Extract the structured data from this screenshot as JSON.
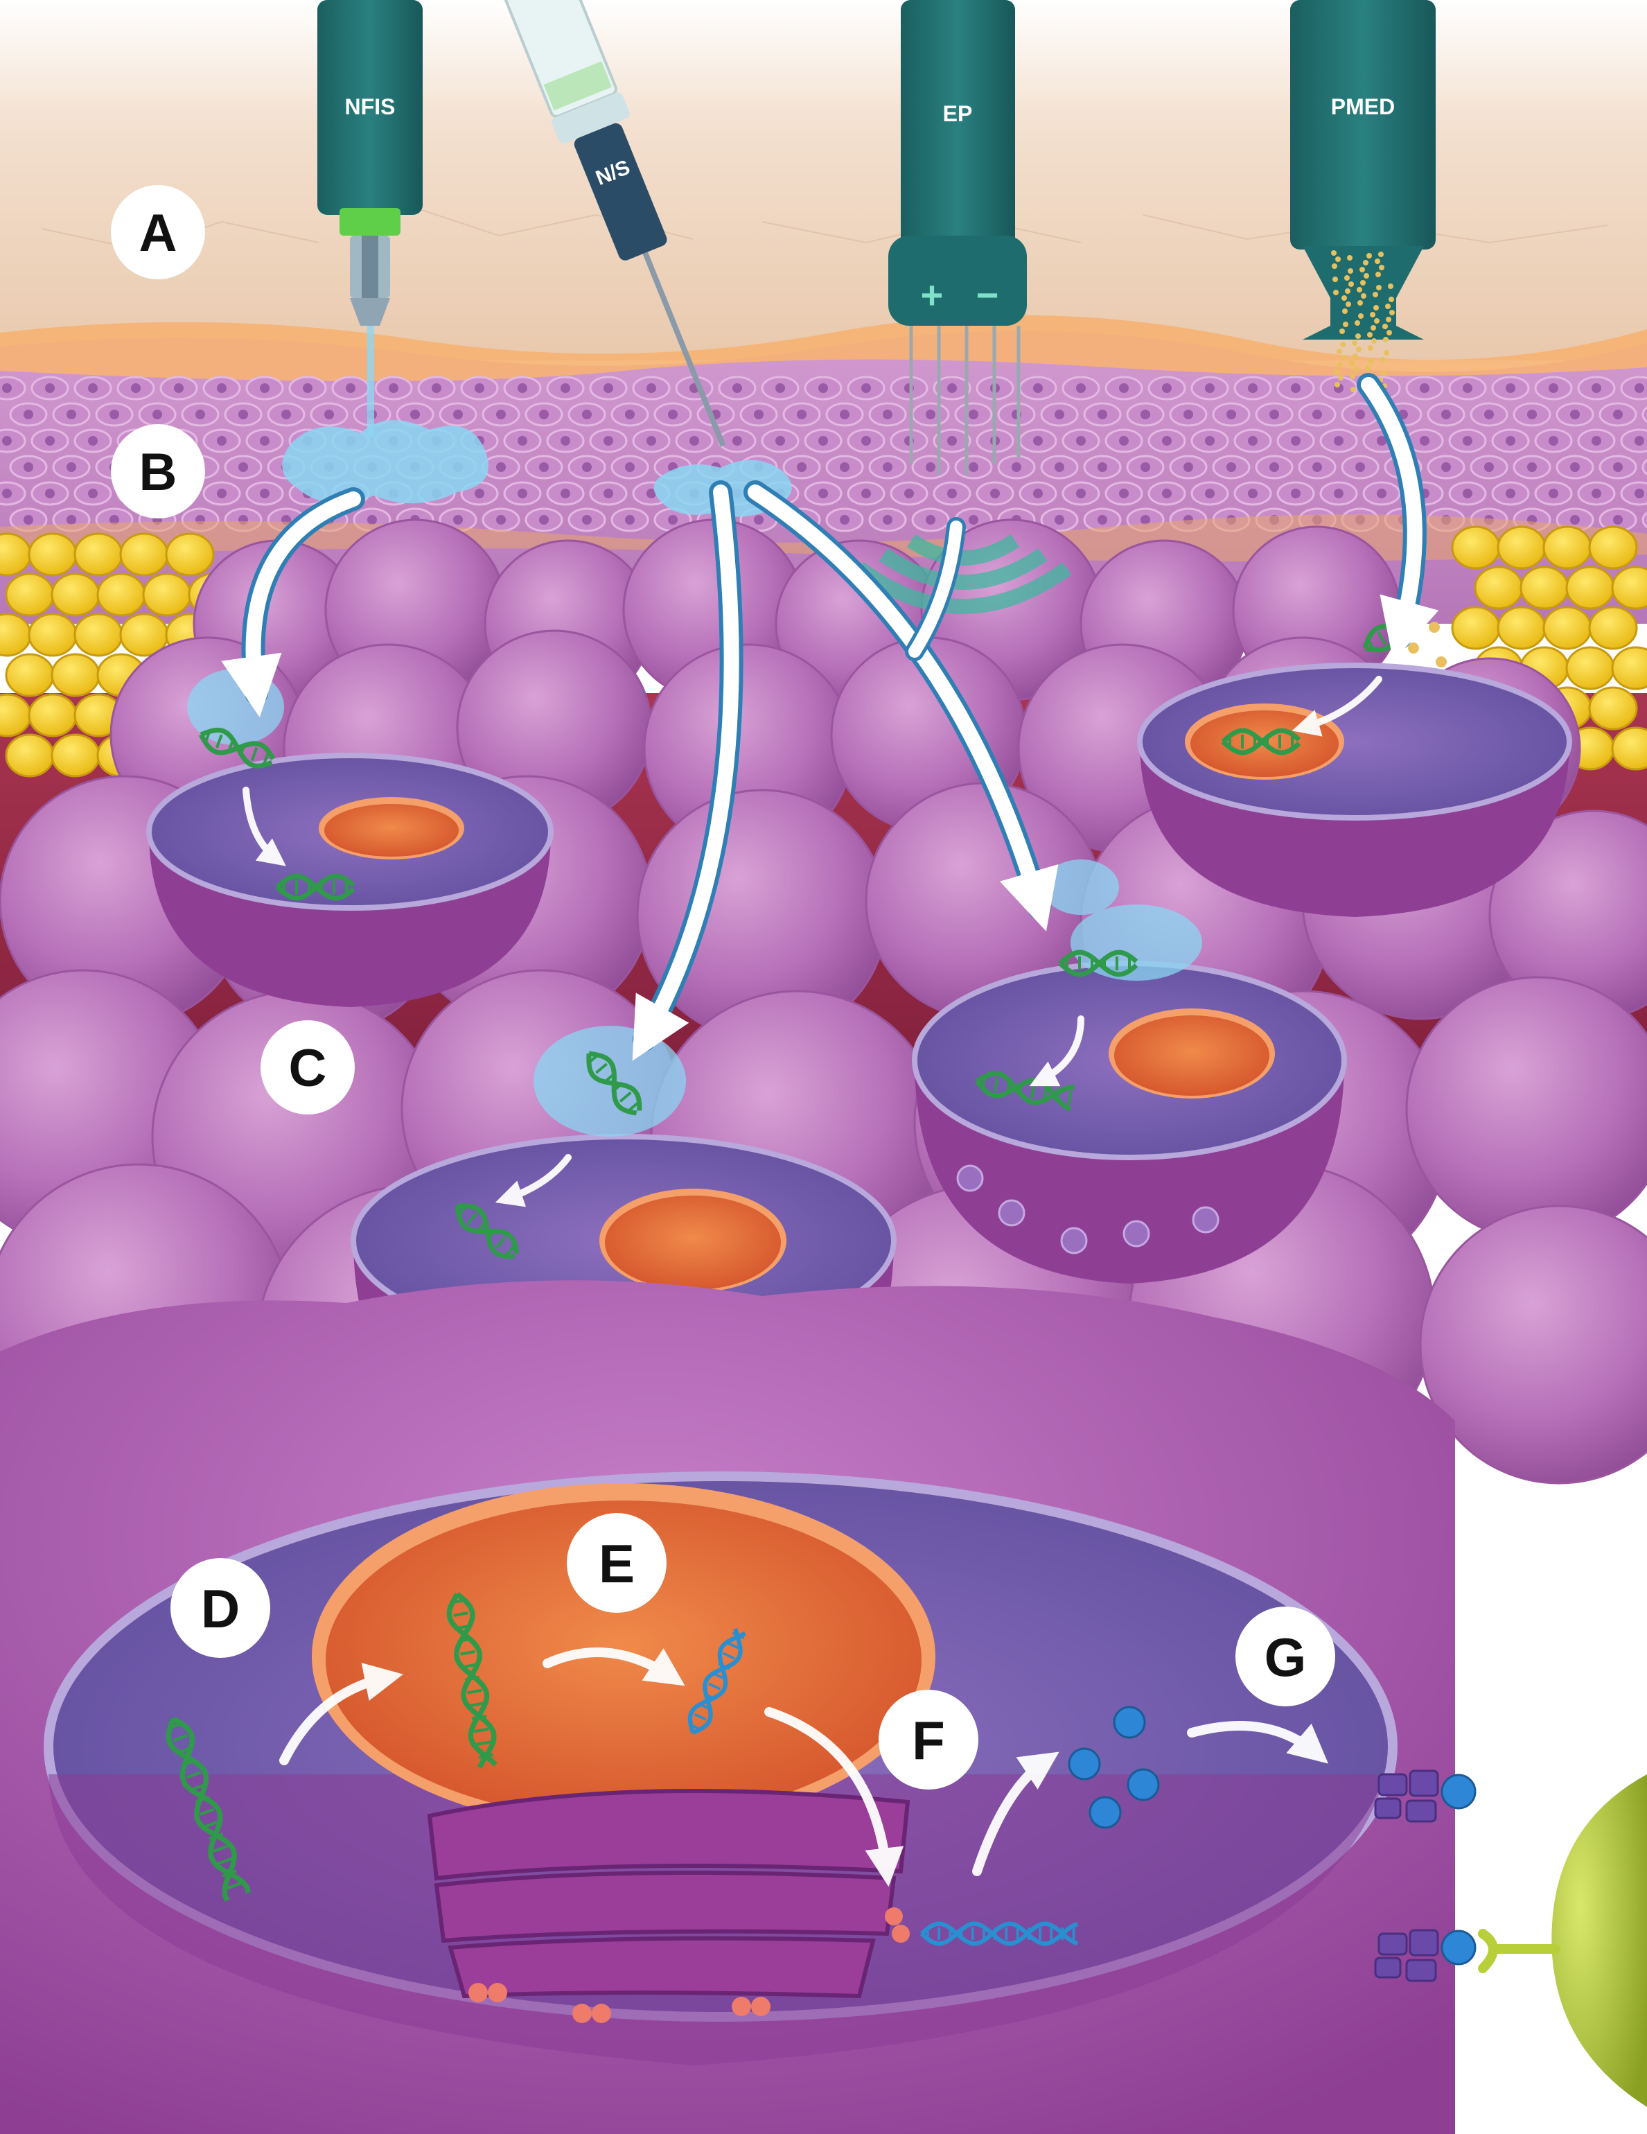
{
  "devices": {
    "nfis": "NFIS",
    "ns": "N/S",
    "ep": "EP",
    "pmed": "PMED",
    "ep_plus": "+",
    "ep_minus": "−"
  },
  "step_labels": {
    "a": "A",
    "b": "B",
    "c": "C",
    "d": "D",
    "e": "E",
    "f": "F",
    "g": "G"
  },
  "colors": {
    "skin_top": "#f0d8c4",
    "epidermis_orange": "#f4a86a",
    "dermis_purple": "#c78fc9",
    "cell_purple": "#b46fb8",
    "cytoplasm": "#6f5aa8",
    "nucleus_orange": "#e8683a",
    "device_teal": "#1e6a6a",
    "fat_yellow": "#f5cf2a",
    "dna_green": "#2e9a4a",
    "rna_blue": "#2a8fd0",
    "protein_blue": "#2d86d6",
    "receptor_purple": "#6b4aa8",
    "bcell_green": "#a8c03a"
  }
}
